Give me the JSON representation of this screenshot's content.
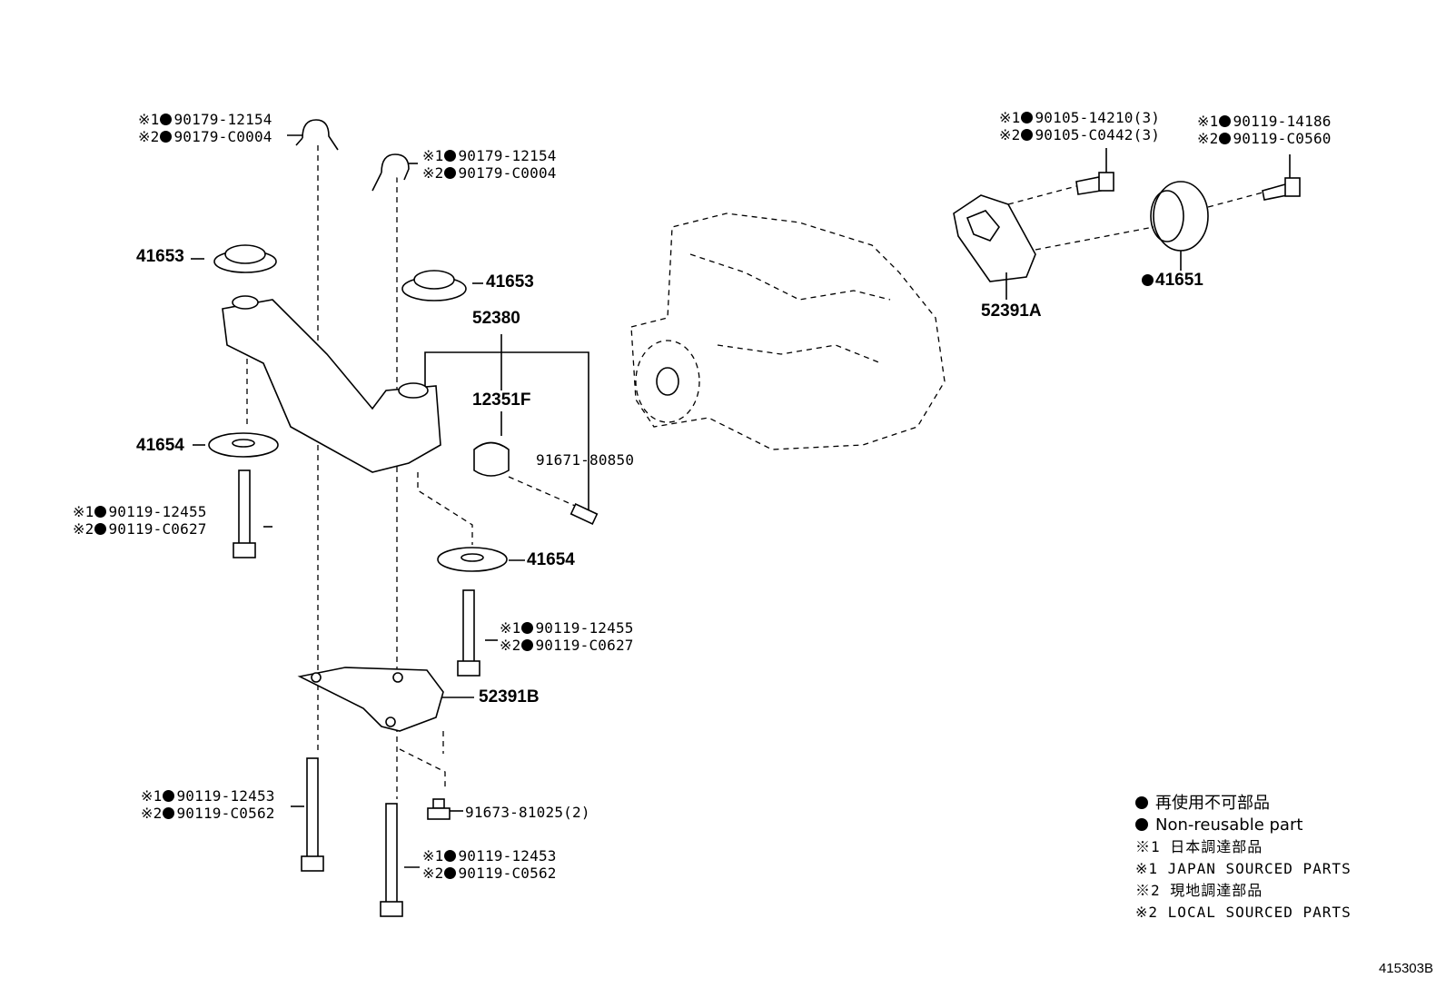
{
  "callouts": {
    "c1": {
      "l1": "※1",
      "n1": "90179-12154",
      "l2": "※2",
      "n2": "90179-C0004"
    },
    "c2": {
      "l1": "※1",
      "n1": "90179-12154",
      "l2": "※2",
      "n2": "90179-C0004"
    },
    "c3": {
      "l1": "※1",
      "n1": "90119-12455",
      "l2": "※2",
      "n2": "90119-C0627"
    },
    "c4": {
      "l1": "※1",
      "n1": "90119-12455",
      "l2": "※2",
      "n2": "90119-C0627"
    },
    "c5": {
      "l1": "※1",
      "n1": "90119-12453",
      "l2": "※2",
      "n2": "90119-C0562"
    },
    "c6": {
      "l1": "※1",
      "n1": "90119-12453",
      "l2": "※2",
      "n2": "90119-C0562"
    },
    "c7": {
      "l1": "※1",
      "n1": "90105-14210(3)",
      "l2": "※2",
      "n2": "90105-C0442(3)"
    },
    "c8": {
      "l1": "※1",
      "n1": "90119-14186",
      "l2": "※2",
      "n2": "90119-C0560"
    }
  },
  "parts": {
    "p41653a": "41653",
    "p41653b": "41653",
    "p52380": "52380",
    "p12351F": "12351F",
    "p41654a": "41654",
    "p41654b": "41654",
    "p91671": "91671-80850",
    "p52391B": "52391B",
    "p91673": "91673-81025(2)",
    "p52391A": "52391A",
    "p41651": "41651"
  },
  "legend": {
    "l1": "再使用不可部品",
    "l2": "Non-reusable part",
    "l3": "※1 日本調達部品",
    "l4": "※1 JAPAN SOURCED PARTS",
    "l5": "※2 現地調達部品",
    "l6": "※2 LOCAL SOURCED PARTS"
  },
  "ref_code": "415303B"
}
